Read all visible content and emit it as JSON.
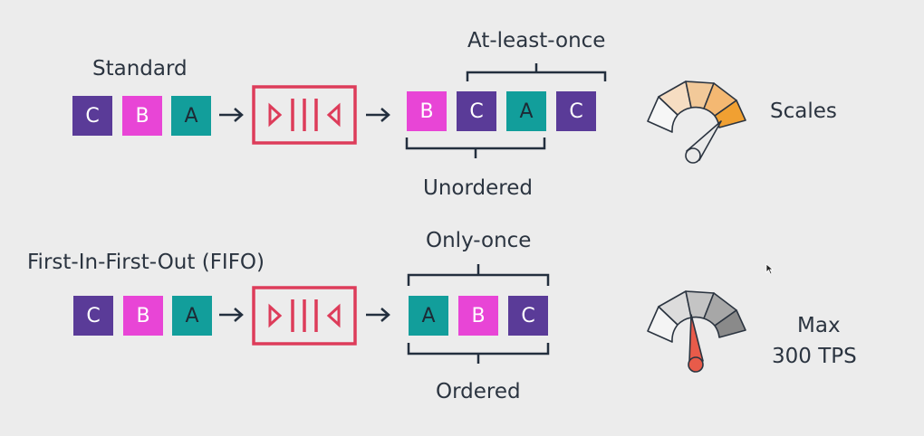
{
  "colors": {
    "purple": "#5a3b98",
    "pink": "#e845d6",
    "teal": "#129e9b",
    "queue": "#dd3c5a",
    "gauge_orange": "#f0a032",
    "needle_red": "#e85b4a"
  },
  "standard": {
    "title": "Standard",
    "input": [
      "C",
      "B",
      "A"
    ],
    "output": [
      "B",
      "C",
      "A",
      "C"
    ],
    "top_bracket": "At-least-once",
    "bottom_bracket": "Unordered",
    "gauge_label": "Scales"
  },
  "fifo": {
    "title": "First-In-First-Out (FIFO)",
    "input": [
      "C",
      "B",
      "A"
    ],
    "output": [
      "A",
      "B",
      "C"
    ],
    "top_bracket": "Only-once",
    "bottom_bracket": "Ordered",
    "gauge_label_line1": "Max",
    "gauge_label_line2": "300 TPS"
  }
}
